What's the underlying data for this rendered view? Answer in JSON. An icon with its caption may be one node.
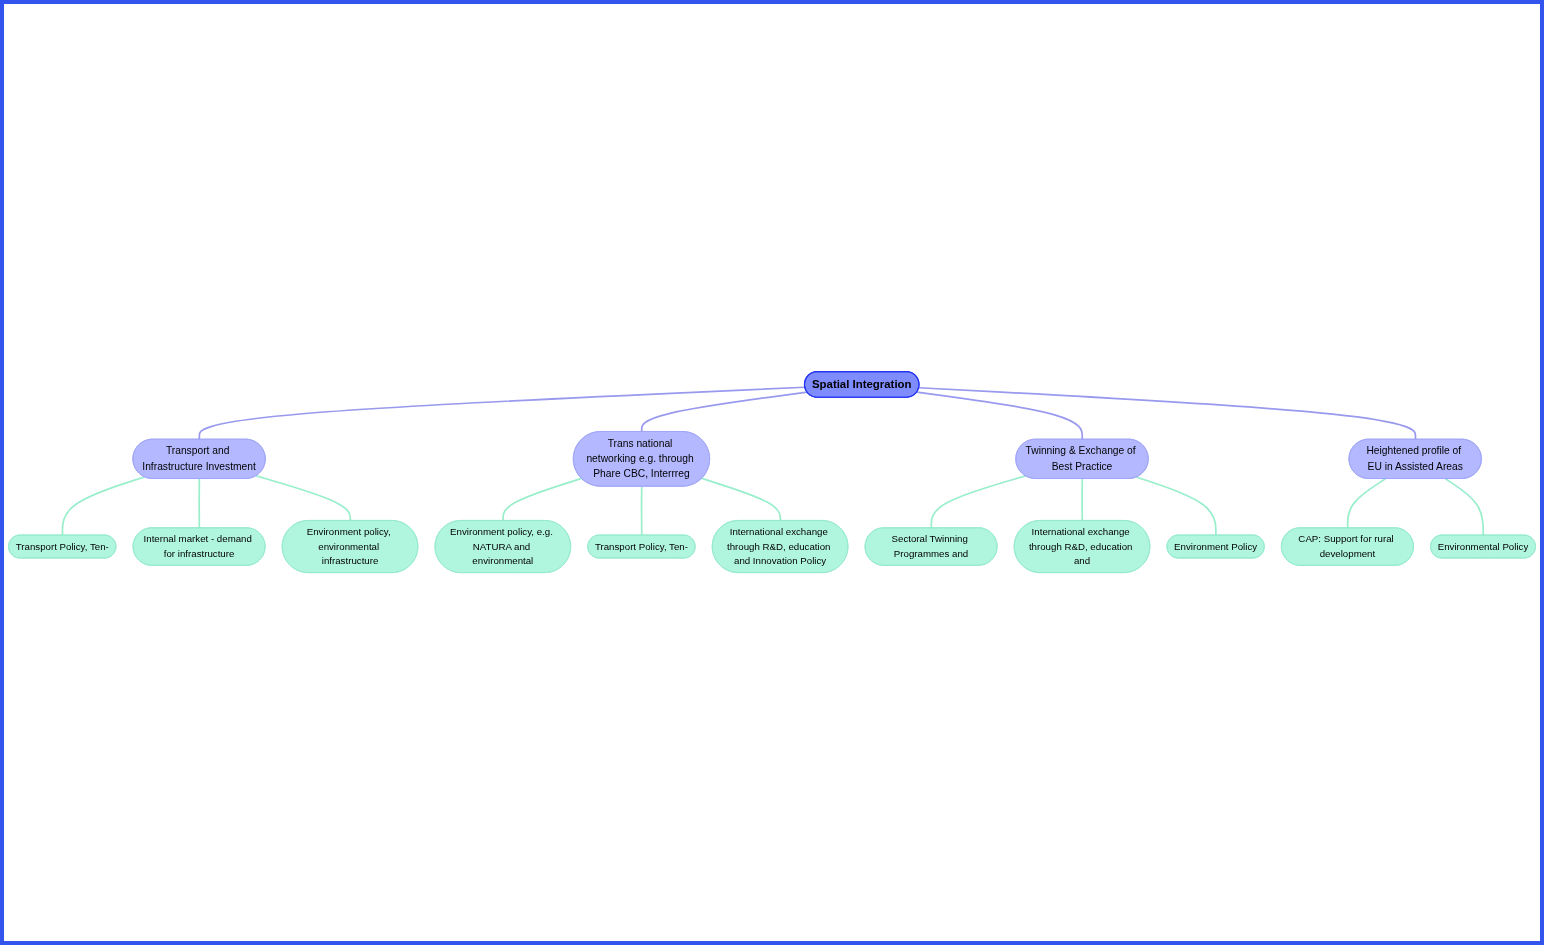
{
  "diagram": {
    "nodes": [
      {
        "text": [
          "Spatial Integration"
        ]
      },
      {
        "text": [
          "Transport and Infrastructure Investment"
        ]
      },
      {
        "text": [
          "Transport Policy, Ten-"
        ]
      },
      {
        "text": [
          "Internal market - demand for infrastructure"
        ]
      },
      {
        "text": [
          "Environment policy, environmental infrastructure"
        ]
      },
      {
        "text": [
          "Trans national networking e.g. through Phare CBC, Interrreg"
        ]
      },
      {
        "text": [
          "Environment policy, e.g. NATURA and environmental"
        ]
      },
      {
        "text": [
          "Transport Policy, Ten-"
        ]
      },
      {
        "text": [
          "International exchange through R&D, education and Innovation Policy"
        ]
      },
      {
        "text": [
          "Twinning & Exchange of Best Practice"
        ]
      },
      {
        "text": [
          "Sectoral Twinning Programmes and"
        ]
      },
      {
        "text": [
          "International exchange through R&D, education and"
        ]
      },
      {
        "text": [
          "Environment Policy"
        ]
      },
      {
        "text": [
          "Heightened profile of EU in Assisted Areas"
        ]
      },
      {
        "text": [
          "CAP: Support for rural development"
        ]
      },
      {
        "text": [
          "Environmental Policy"
        ]
      }
    ],
    "edges": [
      {
        "from": 0,
        "to": 1,
        "arrow": "none",
        "color": "#9999ee"
      },
      {
        "from": 0,
        "to": 5,
        "arrow": "none",
        "color": "#9999ee"
      },
      {
        "from": 0,
        "to": 9,
        "arrow": "none",
        "color": "#9999ee"
      },
      {
        "from": 0,
        "to": 13,
        "arrow": "none",
        "color": "#9999ee"
      },
      {
        "from": 1,
        "to": 2,
        "arrow": "none"
      },
      {
        "from": 1,
        "to": 3,
        "arrow": "none"
      },
      {
        "from": 1,
        "to": 4,
        "arrow": "none"
      },
      {
        "from": 5,
        "to": 6,
        "arrow": "none"
      },
      {
        "from": 5,
        "to": 7,
        "arrow": "none"
      },
      {
        "from": 5,
        "to": 8,
        "arrow": "none"
      },
      {
        "from": 9,
        "to": 10,
        "arrow": "none"
      },
      {
        "from": 9,
        "to": 11,
        "arrow": "none"
      },
      {
        "from": 9,
        "to": 12,
        "arrow": "none"
      },
      {
        "from": 13,
        "to": 14,
        "arrow": "none"
      },
      {
        "from": 13,
        "to": 15,
        "arrow": "none"
      }
    ]
  }
}
